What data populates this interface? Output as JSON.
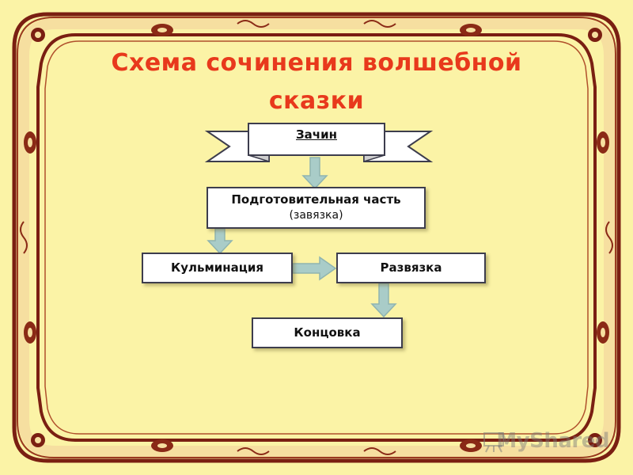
{
  "title": {
    "line1": "Схема сочинения волшебной",
    "line2": "сказки"
  },
  "diagram": {
    "start": "Зачин",
    "preparation": {
      "label": "Подготовительная часть",
      "sublabel": "(завязка)"
    },
    "climax": "Кульминация",
    "denouement": "Развязка",
    "ending": "Концовка"
  },
  "watermark": "MyShared",
  "colors": {
    "background": "#fbf3a6",
    "title": "#e8391c",
    "frame_dark": "#7a1f12",
    "frame_light": "#f6dfa0",
    "arrow": "#a9ccc8",
    "box_border": "#3d3d4d"
  },
  "icons": [
    "ornament-corner-icon",
    "arrow-down-icon",
    "arrow-right-icon",
    "watermark-logo-icon"
  ]
}
